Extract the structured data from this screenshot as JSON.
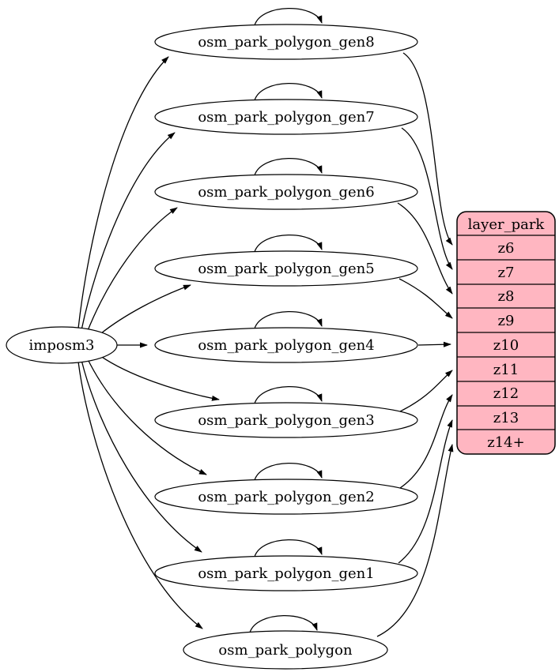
{
  "source": {
    "label": "imposm3"
  },
  "tables": [
    {
      "label": "osm_park_polygon_gen8"
    },
    {
      "label": "osm_park_polygon_gen7"
    },
    {
      "label": "osm_park_polygon_gen6"
    },
    {
      "label": "osm_park_polygon_gen5"
    },
    {
      "label": "osm_park_polygon_gen4"
    },
    {
      "label": "osm_park_polygon_gen3"
    },
    {
      "label": "osm_park_polygon_gen2"
    },
    {
      "label": "osm_park_polygon_gen1"
    },
    {
      "label": "osm_park_polygon"
    }
  ],
  "layer": {
    "title": "layer_park",
    "fill": "#ffb6c1",
    "rows": [
      "z6",
      "z7",
      "z8",
      "z9",
      "z10",
      "z11",
      "z12",
      "z13",
      "z14+"
    ]
  },
  "colors": {
    "edge": "#000000",
    "node_fill": "#ffffff",
    "layer_fill": "#ffb6c1"
  },
  "edges": {
    "from_source": [
      "osm_park_polygon_gen8",
      "osm_park_polygon_gen7",
      "osm_park_polygon_gen6",
      "osm_park_polygon_gen5",
      "osm_park_polygon_gen4",
      "osm_park_polygon_gen3",
      "osm_park_polygon_gen2",
      "osm_park_polygon_gen1",
      "osm_park_polygon"
    ],
    "self_loops": [
      "osm_park_polygon_gen8",
      "osm_park_polygon_gen7",
      "osm_park_polygon_gen6",
      "osm_park_polygon_gen5",
      "osm_park_polygon_gen4",
      "osm_park_polygon_gen3",
      "osm_park_polygon_gen2",
      "osm_park_polygon_gen1",
      "osm_park_polygon"
    ],
    "to_layer": [
      {
        "from": "osm_park_polygon_gen8",
        "to": "z6"
      },
      {
        "from": "osm_park_polygon_gen7",
        "to": "z7"
      },
      {
        "from": "osm_park_polygon_gen6",
        "to": "z8"
      },
      {
        "from": "osm_park_polygon_gen5",
        "to": "z9"
      },
      {
        "from": "osm_park_polygon_gen4",
        "to": "z10"
      },
      {
        "from": "osm_park_polygon_gen3",
        "to": "z11"
      },
      {
        "from": "osm_park_polygon_gen2",
        "to": "z12"
      },
      {
        "from": "osm_park_polygon_gen1",
        "to": "z13"
      },
      {
        "from": "osm_park_polygon",
        "to": "z14+"
      }
    ]
  }
}
